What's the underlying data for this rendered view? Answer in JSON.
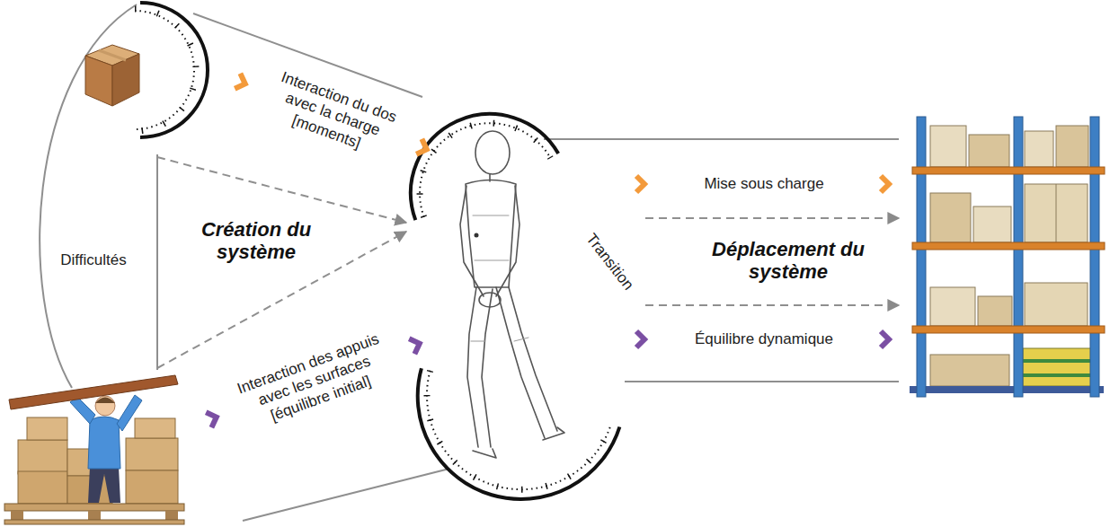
{
  "diagram": {
    "labels": [
      "Interaction du dos avec la charge [moments]",
      "Mise sous charge",
      "Difficultés",
      "Création du système",
      "Transition",
      "Déplacement du système",
      "Interaction des appuis avec les surfaces [équilibre initial]",
      "Équilibre dynamique"
    ]
  }
}
